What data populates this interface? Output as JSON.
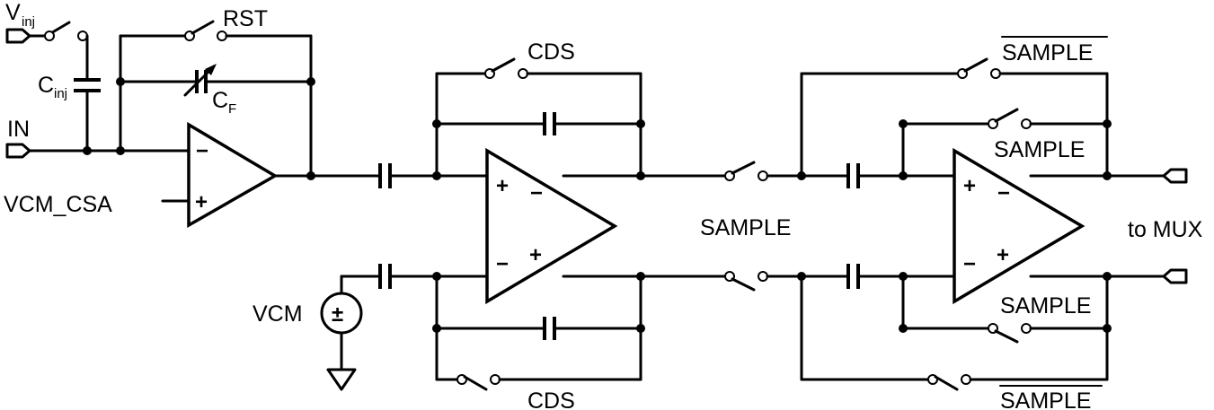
{
  "labels": {
    "vinj": "V",
    "vinj_sub": "inj",
    "cinj": "C",
    "cinj_sub": "inj",
    "in": "IN",
    "vcm_csa": "VCM_CSA",
    "rst": "RST",
    "cf": "C",
    "cf_sub": "F",
    "cds_top": "CDS",
    "cds_bottom": "CDS",
    "vcm": "VCM",
    "sample_mid": "SAMPLE",
    "sample_bar_top": "SAMPLE",
    "sample_top": "SAMPLE",
    "sample_bottom": "SAMPLE",
    "sample_bar_bottom": "SAMPLE",
    "to_mux": "to MUX"
  },
  "signs": {
    "minus": "−",
    "plus": "+",
    "plus_minus": "±"
  }
}
